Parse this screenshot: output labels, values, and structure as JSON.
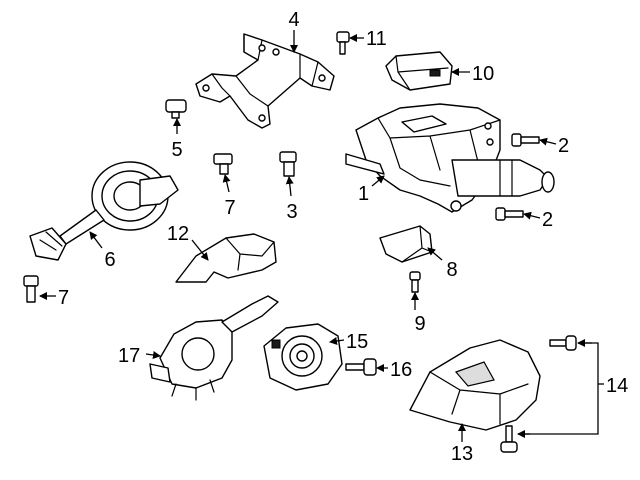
{
  "callouts": {
    "c1": "1",
    "c2a": "2",
    "c2b": "2",
    "c3": "3",
    "c4": "4",
    "c5": "5",
    "c6": "6",
    "c7a": "7",
    "c7b": "7",
    "c8": "8",
    "c9": "9",
    "c10": "10",
    "c11": "11",
    "c12": "12",
    "c13": "13",
    "c14": "14",
    "c15": "15",
    "c16": "16",
    "c17": "17"
  },
  "colors": {
    "line": "#000000",
    "background": "#ffffff",
    "shade": "#dddddd"
  }
}
